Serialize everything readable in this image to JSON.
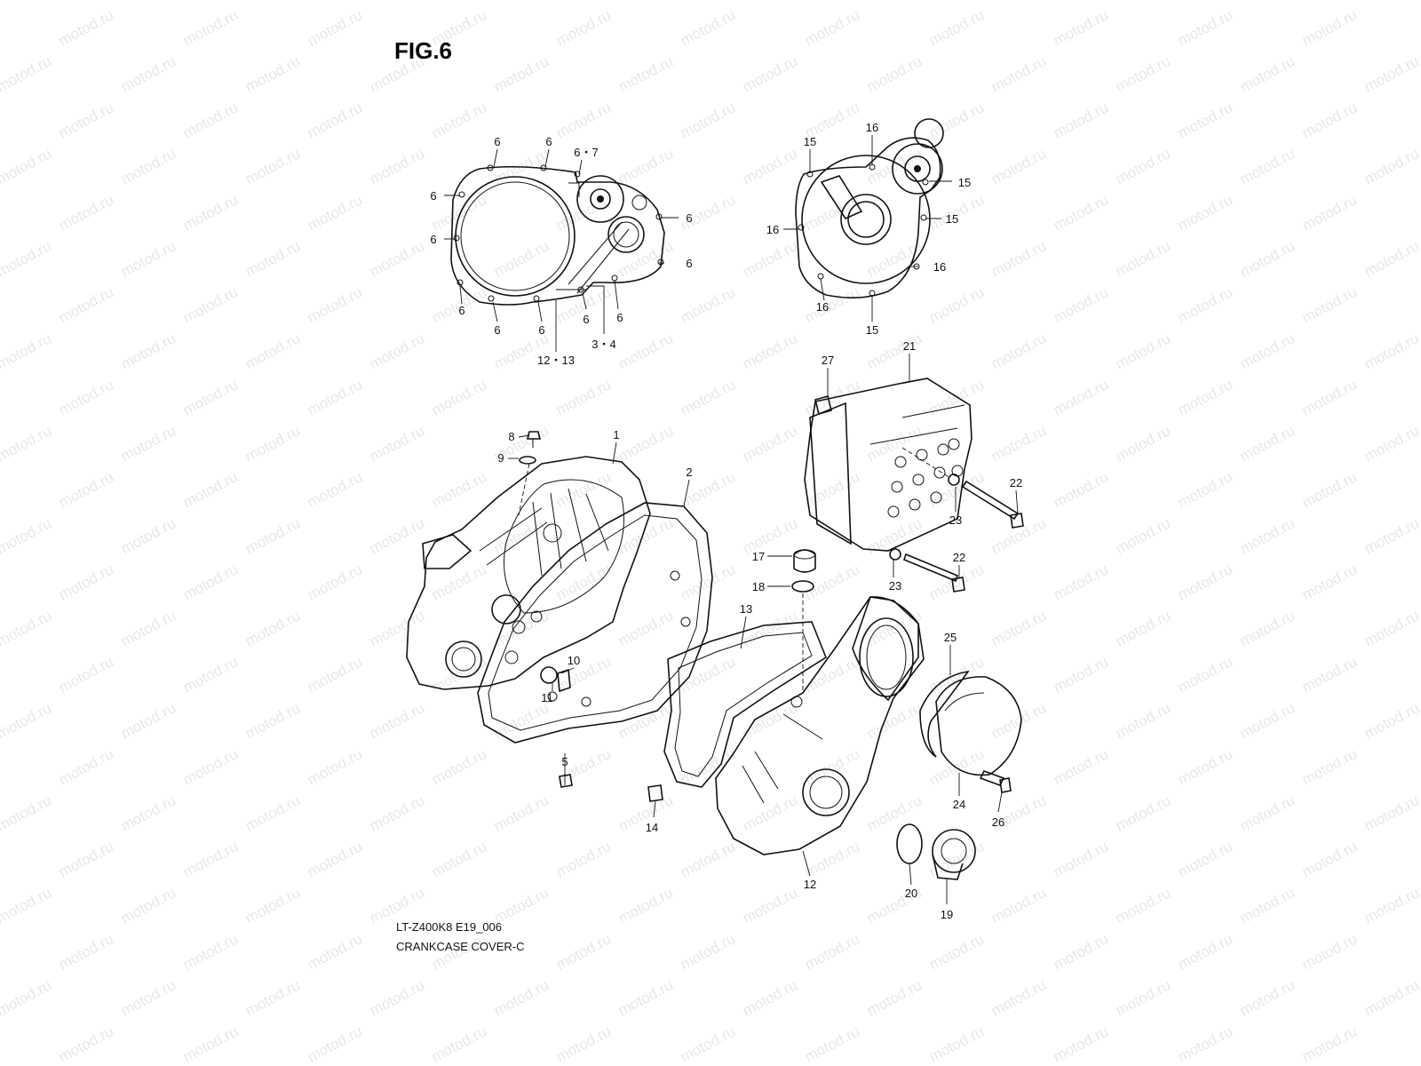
{
  "figure": {
    "title": "FIG.6",
    "model_code": "LT-Z400K8 E19_006",
    "section_name": "CRANKCASE COVER-C",
    "watermark": "motod.ru"
  },
  "callouts": [
    {
      "id": "c6a",
      "text": "6"
    },
    {
      "id": "c6b",
      "text": "6"
    },
    {
      "id": "c67",
      "text": "6・7"
    },
    {
      "id": "c6c",
      "text": "6"
    },
    {
      "id": "c6d",
      "text": "6"
    },
    {
      "id": "c6e",
      "text": "6"
    },
    {
      "id": "c6f",
      "text": "6"
    },
    {
      "id": "c6g",
      "text": "6"
    },
    {
      "id": "c6h",
      "text": "6"
    },
    {
      "id": "c6i",
      "text": "6"
    },
    {
      "id": "c6j",
      "text": "6"
    },
    {
      "id": "c6k",
      "text": "6"
    },
    {
      "id": "c1213",
      "text": "12・13"
    },
    {
      "id": "c34",
      "text": "3・4"
    },
    {
      "id": "c15a",
      "text": "15"
    },
    {
      "id": "c16a",
      "text": "16"
    },
    {
      "id": "c15b",
      "text": "15"
    },
    {
      "id": "c16b",
      "text": "16"
    },
    {
      "id": "c15c",
      "text": "15"
    },
    {
      "id": "c16c",
      "text": "16"
    },
    {
      "id": "c16d",
      "text": "16"
    },
    {
      "id": "c15d",
      "text": "15"
    },
    {
      "id": "c27",
      "text": "27"
    },
    {
      "id": "c21",
      "text": "21"
    },
    {
      "id": "c1",
      "text": "1"
    },
    {
      "id": "c2",
      "text": "2"
    },
    {
      "id": "c8",
      "text": "8"
    },
    {
      "id": "c9",
      "text": "9"
    },
    {
      "id": "c22a",
      "text": "22"
    },
    {
      "id": "c23a",
      "text": "23"
    },
    {
      "id": "c17",
      "text": "17"
    },
    {
      "id": "c18",
      "text": "18"
    },
    {
      "id": "c22b",
      "text": "22"
    },
    {
      "id": "c23b",
      "text": "23"
    },
    {
      "id": "c13",
      "text": "13"
    },
    {
      "id": "c10",
      "text": "10"
    },
    {
      "id": "c11",
      "text": "11"
    },
    {
      "id": "c25",
      "text": "25"
    },
    {
      "id": "c5",
      "text": "5"
    },
    {
      "id": "c14",
      "text": "14"
    },
    {
      "id": "c24",
      "text": "24"
    },
    {
      "id": "c26",
      "text": "26"
    },
    {
      "id": "c12",
      "text": "12"
    },
    {
      "id": "c20",
      "text": "20"
    },
    {
      "id": "c19",
      "text": "19"
    }
  ]
}
